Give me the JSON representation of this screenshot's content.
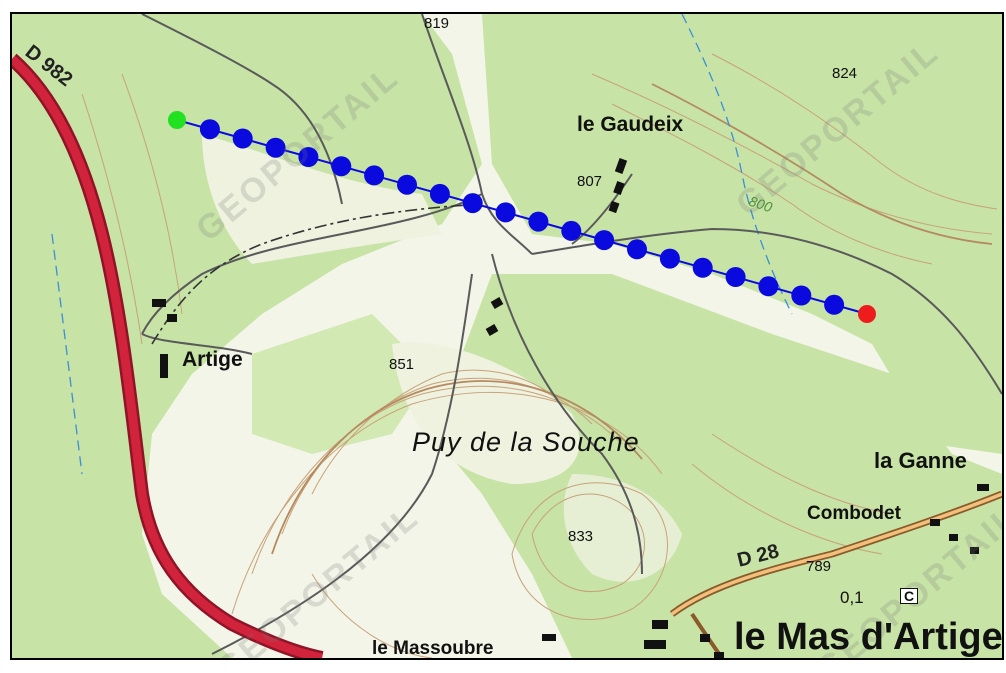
{
  "map": {
    "watermark": "GEOPORTAIL",
    "road_label": "D 982",
    "road_label_2": "D 28",
    "places": {
      "gaudeix": "le Gaudeix",
      "artige": "Artige",
      "massif": "Puy de la Souche",
      "ganne": "la Ganne",
      "combodet": "Combodet",
      "mas": "le Mas d'Artige",
      "massoubre": "le Massoubre"
    },
    "altitudes": {
      "a819": "819",
      "a824": "824",
      "a807": "807",
      "a851": "851",
      "a833": "833",
      "a789": "789",
      "a800": "800",
      "a01": "0,1"
    },
    "map_symbol_c": "C",
    "colors": {
      "forest": "#c7e3a6",
      "clearing": "#f3f5e8",
      "contour": "#c8a27a",
      "main_road": "#d2233c",
      "route": "#0a0adf",
      "start": "#22e022",
      "end": "#ee1c1c"
    },
    "route": {
      "start_marker": "green-dot",
      "end_marker": "red-dot",
      "waypoint_count": 20
    }
  }
}
